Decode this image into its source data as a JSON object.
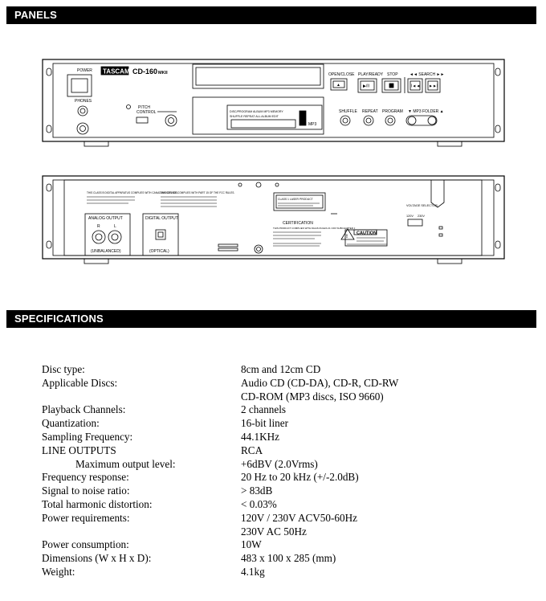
{
  "sections": {
    "panels": "PANELS",
    "specifications": "SPECIFICATIONS"
  },
  "front_panel": {
    "brand": "TASCAM",
    "model": "CD-160",
    "model_suffix": "MKII",
    "power": "POWER",
    "phones": "PHONES",
    "pitch_control": "PITCH",
    "pitch_control_2": "CONTROL",
    "open_close": "OPEN/CLOSE",
    "play_ready": "PLAY/READY",
    "stop": "STOP",
    "search": "◄◄  SEARCH  ►►",
    "shuffle": "SHUFFLE",
    "repeat": "REPEAT",
    "program": "PROGRAM",
    "mp3_folder": "▼ MP3 FOLDER ▲",
    "display_line1": "DISC/PROGRAM ALBUM  MP3  MEMORY",
    "display_line2": "SHUFFLE  REPEAT  ALL  ALBUM  EDIT",
    "display_mp3": "MP3"
  },
  "rear_panel": {
    "notice_left": "THIS CLASS B DIGITAL APPARATUS COMPLIES WITH CANADIAN ICES-003.",
    "notice_center": "THIS DEVICE COMPLIES WITH PART 15 OF THE FCC RULES.",
    "analog_output": "ANALOG OUTPUT",
    "r": "R",
    "l": "L",
    "unbalanced": "(UNBALANCED)",
    "digital_output": "DIGITAL OUTPUT",
    "optical": "(OPTICAL)",
    "laser_label": "CLASS 1 LASER PRODUCT",
    "certification": "CERTIFICATION",
    "cert_text": "THIS PRODUCT COMPLIES WITH DHHS RULES 21 CFR SUBCHAPTER J",
    "caution": "CAUTION",
    "voltage_selector": "VOLTAGE SELECTOR",
    "v120": "120V",
    "v230": "230V"
  },
  "specs": [
    {
      "label": "Disc type:",
      "value": "8cm and 12cm CD",
      "indent": false
    },
    {
      "label": "Applicable Discs:",
      "value": "Audio CD (CD-DA), CD-R, CD-RW",
      "indent": false
    },
    {
      "label": "",
      "value": "CD-ROM (MP3 discs, ISO 9660)",
      "indent": false
    },
    {
      "label": "Playback Channels:",
      "value": "2 channels",
      "indent": false
    },
    {
      "label": "Quantization:",
      "value": "16-bit liner",
      "indent": false
    },
    {
      "label": "Sampling Frequency:",
      "value": "44.1KHz",
      "indent": false
    },
    {
      "label": "LINE OUTPUTS",
      "value": "RCA",
      "indent": false
    },
    {
      "label": "Maximum output level:",
      "value": "+6dBV (2.0Vrms)",
      "indent": true
    },
    {
      "label": "Frequency response:",
      "value": "20 Hz to 20 kHz (+/-2.0dB)",
      "indent": false
    },
    {
      "label": "Signal to noise ratio:",
      "value": "> 83dB",
      "indent": false
    },
    {
      "label": "Total harmonic distortion:",
      "value": "< 0.03%",
      "indent": false
    },
    {
      "label": "Power requirements:",
      "value": "120V / 230V ACV50-60Hz",
      "indent": false
    },
    {
      "label": "",
      "value": "230V AC 50Hz",
      "indent": false
    },
    {
      "label": "Power consumption:",
      "value": "10W",
      "indent": false
    },
    {
      "label": "Dimensions (W x H x D):",
      "value": "483 x 100 x 285 (mm)",
      "indent": false
    },
    {
      "label": "Weight:",
      "value": "4.1kg",
      "indent": false
    }
  ]
}
